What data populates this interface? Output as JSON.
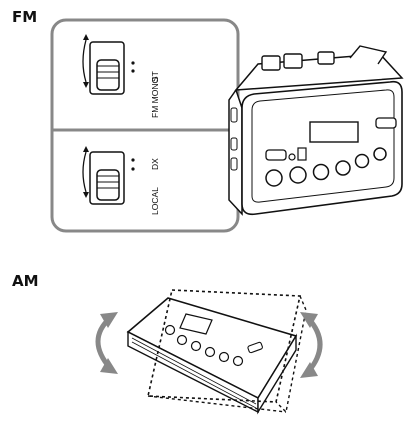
{
  "fm": {
    "section_label": "FM",
    "mode_switch": {
      "top_label": "ST",
      "bottom_label": "FM MONO"
    },
    "sensitivity_switch": {
      "top_label": "DX",
      "bottom_label": "LOCAL"
    }
  },
  "am": {
    "section_label": "AM"
  }
}
